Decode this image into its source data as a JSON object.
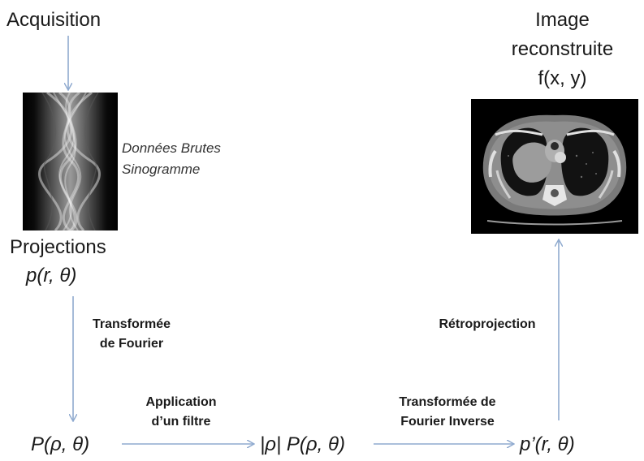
{
  "nodes": {
    "acquisition": "Acquisition",
    "projections_title": "Projections",
    "projections_formula": "p(r, θ)",
    "image_line1": "Image",
    "image_line2": "reconstruite",
    "image_formula": "f(x, y)",
    "fourier_formula": "P(ρ, θ)",
    "filtered_formula": "|ρ| P(ρ, θ)",
    "backproj_formula": "p’(r, θ)"
  },
  "notes": {
    "raw_line1": "Données Brutes",
    "raw_line2": "Sinogramme"
  },
  "edges": {
    "fourier_line1": "Transformée",
    "fourier_line2": "de Fourier",
    "filter_line1": "Application",
    "filter_line2": "d’un filtre",
    "inverse_line1": "Transformée de",
    "inverse_line2": "Fourier Inverse",
    "retro": "Rétroprojection"
  },
  "colors": {
    "arrow": "#8faacf",
    "text": "#1a1a1a"
  },
  "images": {
    "sinogram": "sinogram-image",
    "ct_scan": "ct-scan-image"
  }
}
